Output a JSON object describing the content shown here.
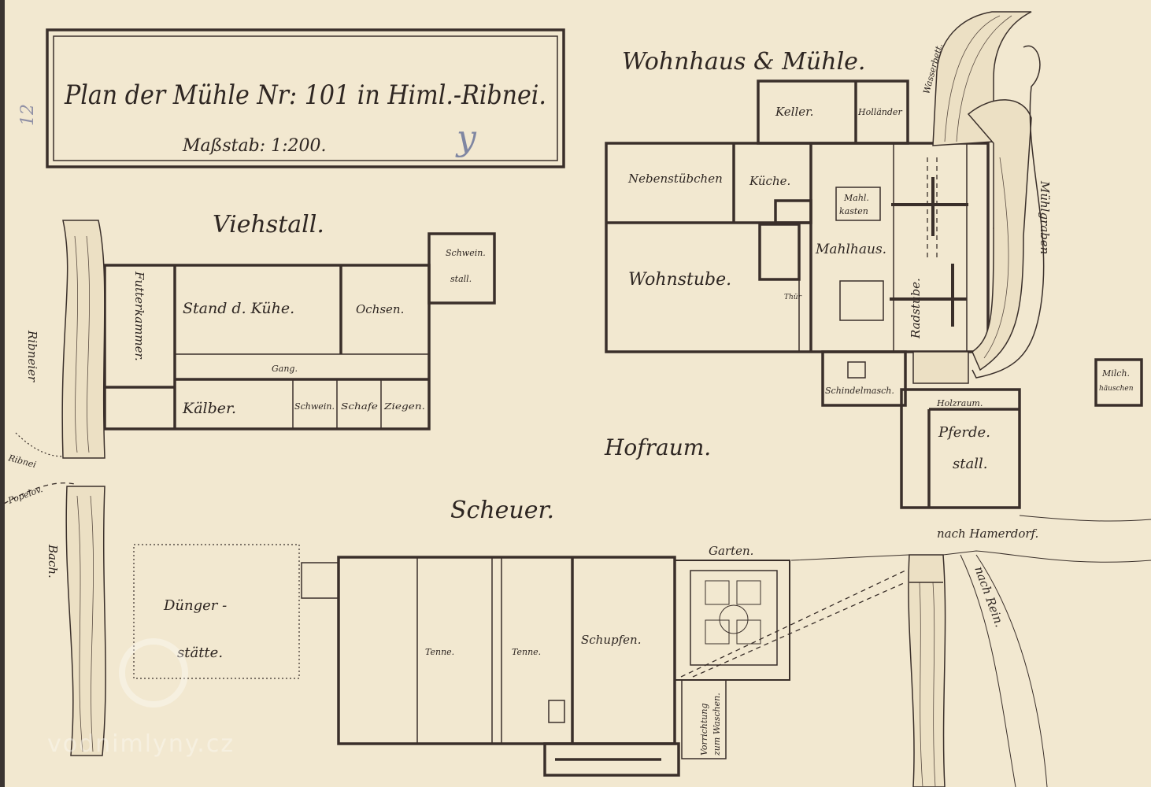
{
  "title": {
    "main": "Plan der Mühle Nr: 101 in Himl.-Ribnei.",
    "scale": "Maßstab: 1:200.",
    "pencil_number": "12",
    "pencil_mark": "y"
  },
  "sections": {
    "wohnhaus": "Wohnhaus & Mühle.",
    "viehstall": "Viehstall.",
    "hofraum": "Hofraum.",
    "scheuer": "Scheuer."
  },
  "viehstall_rooms": {
    "futterkammer": "Futterkammer.",
    "stand": "Stand d. Kühe.",
    "ochsen": "Ochsen.",
    "gang": "Gang.",
    "kaelber": "Kälber.",
    "schwein": "Schwein.",
    "schafe": "Schafe",
    "ziegen": "Ziegen.",
    "schweinstall_1": "Schwein.",
    "schweinstall_2": "stall."
  },
  "house_rooms": {
    "keller": "Keller.",
    "hollaender": "Holländer",
    "nebenstuebchen": "Nebenstübchen",
    "kueche": "Küche.",
    "wohnstube": "Wohnstube.",
    "thuer": "Thür",
    "mahlkasten_1": "Mahl.",
    "mahlkasten_2": "kasten",
    "mahlhaus": "Mahlhaus.",
    "radstube": "Radstube.",
    "schindelmasch": "Schindelmasch.",
    "holzraum": "Holzraum.",
    "pferdestall_1": "Pferde.",
    "pferdestall_2": "stall.",
    "milch_1": "Milch.",
    "milch_2": "häuschen"
  },
  "water": {
    "wasserbett": "Wasserbett.",
    "muehlgraben": "Mühlgraben",
    "ribneier": "Ribneier",
    "bach": "Bach."
  },
  "roads": {
    "ribnei": "Ribnei",
    "popelov": "Popelov.",
    "hamerdorf": "nach Hamerdorf.",
    "rein": "nach Rein."
  },
  "scheuer_rooms": {
    "tenne_1": "Tenne.",
    "tenne_2": "Tenne.",
    "schupfen": "Schupfen.",
    "duenger_1": "Dünger -",
    "duenger_2": "stätte."
  },
  "garden": {
    "garten": "Garten.",
    "vorrichtung_1": "Vorrichtung",
    "vorrichtung_2": "zum Waschen."
  },
  "watermark": "vodnimlyny.cz"
}
